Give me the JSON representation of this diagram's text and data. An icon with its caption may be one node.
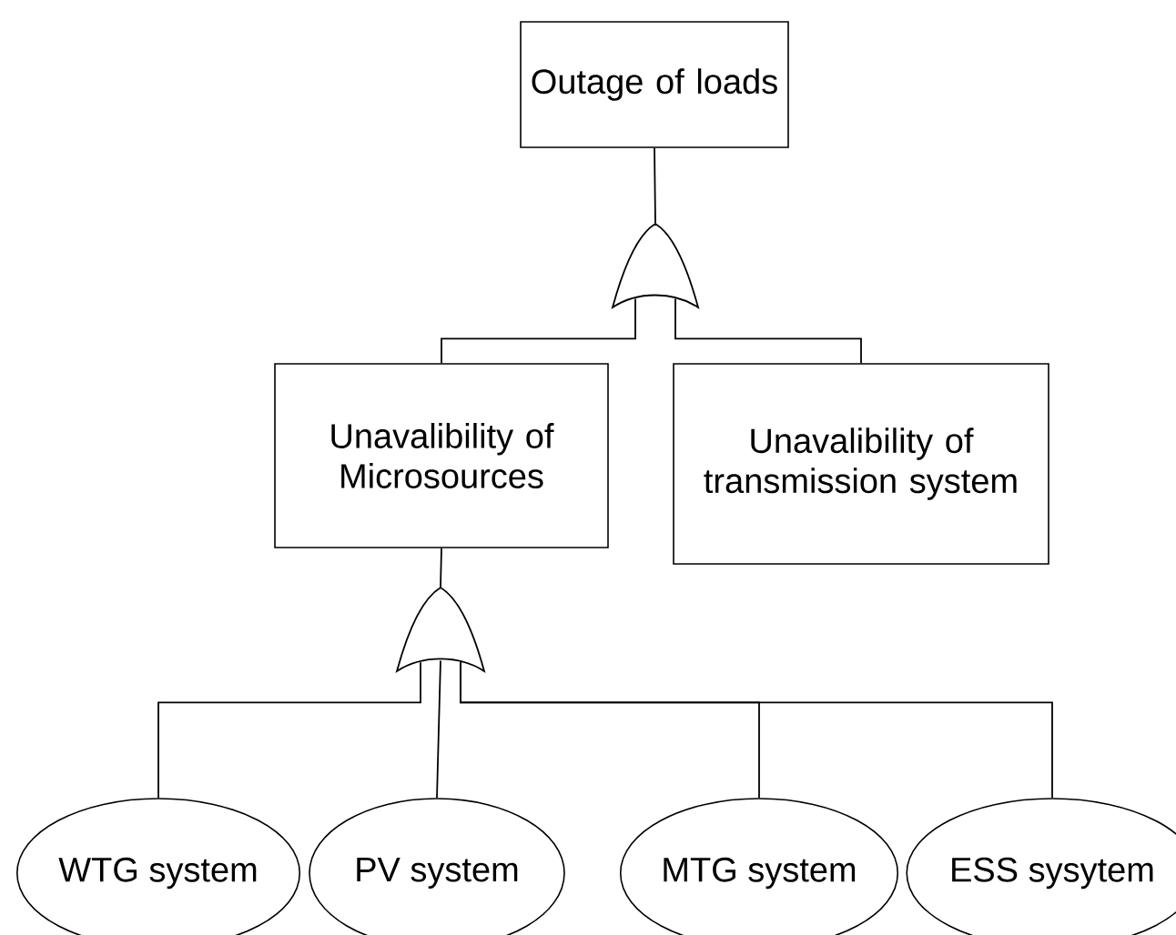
{
  "diagram": {
    "nodes": [
      {
        "text": [
          "Outage  of loads"
        ]
      },
      {
        "text": [],
        "shape": "gate"
      },
      {
        "text": [
          "Unavalibility of Microsources"
        ]
      },
      {
        "text": [
          "Unavalibility of transmission system"
        ]
      },
      {
        "text": [],
        "shape": "gate"
      },
      {
        "text": [
          "WTG system"
        ]
      },
      {
        "text": [
          "PV system"
        ]
      },
      {
        "text": [
          "MTG system"
        ]
      },
      {
        "text": [
          "ESS sysytem"
        ]
      }
    ],
    "edges": [
      {
        "from": 0,
        "to": 1,
        "arrow": "none"
      },
      {
        "from": 1,
        "to": 2,
        "arrow": "none"
      },
      {
        "from": 1,
        "to": 3,
        "arrow": "none"
      },
      {
        "from": 2,
        "to": 4,
        "arrow": "none"
      },
      {
        "from": 4,
        "to": 5,
        "arrow": "none"
      },
      {
        "from": 4,
        "to": 6,
        "arrow": "none"
      },
      {
        "from": 4,
        "to": 7,
        "arrow": "none"
      },
      {
        "from": 4,
        "to": 8,
        "arrow": "none"
      }
    ]
  }
}
